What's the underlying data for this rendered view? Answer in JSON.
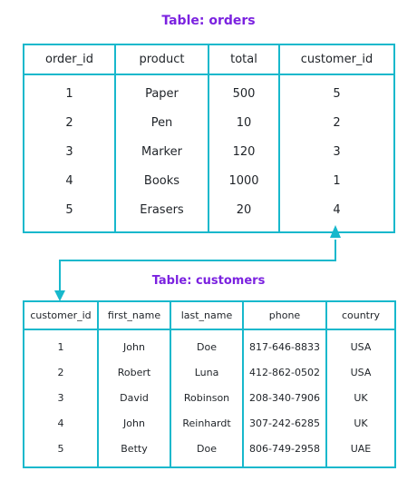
{
  "orders": {
    "title": "Table: orders",
    "columns": [
      "order_id",
      "product",
      "total",
      "customer_id"
    ],
    "rows": [
      [
        "1",
        "Paper",
        "500",
        "5"
      ],
      [
        "2",
        "Pen",
        "10",
        "2"
      ],
      [
        "3",
        "Marker",
        "120",
        "3"
      ],
      [
        "4",
        "Books",
        "1000",
        "1"
      ],
      [
        "5",
        "Erasers",
        "20",
        "4"
      ]
    ]
  },
  "customers": {
    "title": "Table: customers",
    "columns": [
      "customer_id",
      "first_name",
      "last_name",
      "phone",
      "country"
    ],
    "rows": [
      [
        "1",
        "John",
        "Doe",
        "817-646-8833",
        "USA"
      ],
      [
        "2",
        "Robert",
        "Luna",
        "412-862-0502",
        "USA"
      ],
      [
        "3",
        "David",
        "Robinson",
        "208-340-7906",
        "UK"
      ],
      [
        "4",
        "John",
        "Reinhardt",
        "307-242-6285",
        "UK"
      ],
      [
        "5",
        "Betty",
        "Doe",
        "806-749-2958",
        "UAE"
      ]
    ]
  },
  "colors": {
    "accent": "#17b8cc",
    "title": "#7b22e0",
    "text": "#1f2328"
  }
}
